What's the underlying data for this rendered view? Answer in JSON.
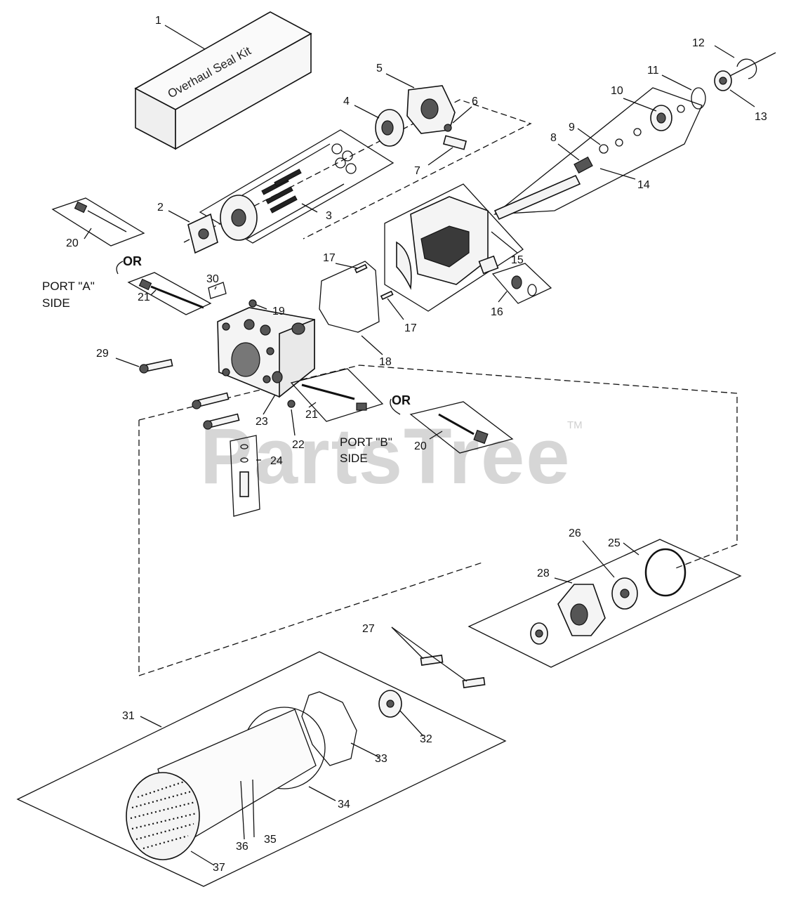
{
  "kit_label": "Overhaul Seal Kit",
  "watermark": "PartsTree",
  "trademark": "TM",
  "or_label": "OR",
  "port_a": {
    "line1": "PORT \"A\"",
    "line2": "SIDE"
  },
  "port_b": {
    "line1": "PORT \"B\"",
    "line2": "SIDE"
  },
  "callouts": {
    "c1": "1",
    "c2": "2",
    "c3": "3",
    "c4": "4",
    "c5": "5",
    "c6": "6",
    "c7": "7",
    "c8": "8",
    "c9": "9",
    "c10": "10",
    "c11": "11",
    "c12": "12",
    "c13": "13",
    "c14": "14",
    "c15": "15",
    "c16": "16",
    "c17a": "17",
    "c17b": "17",
    "c18": "18",
    "c19": "19",
    "c20a": "20",
    "c20b": "20",
    "c21a": "21",
    "c21b": "21",
    "c22": "22",
    "c23": "23",
    "c24": "24",
    "c25": "25",
    "c26": "26",
    "c27": "27",
    "c28": "28",
    "c29": "29",
    "c30": "30",
    "c31": "31",
    "c32": "32",
    "c33": "33",
    "c34": "34",
    "c35": "35",
    "c36": "36",
    "c37": "37"
  }
}
